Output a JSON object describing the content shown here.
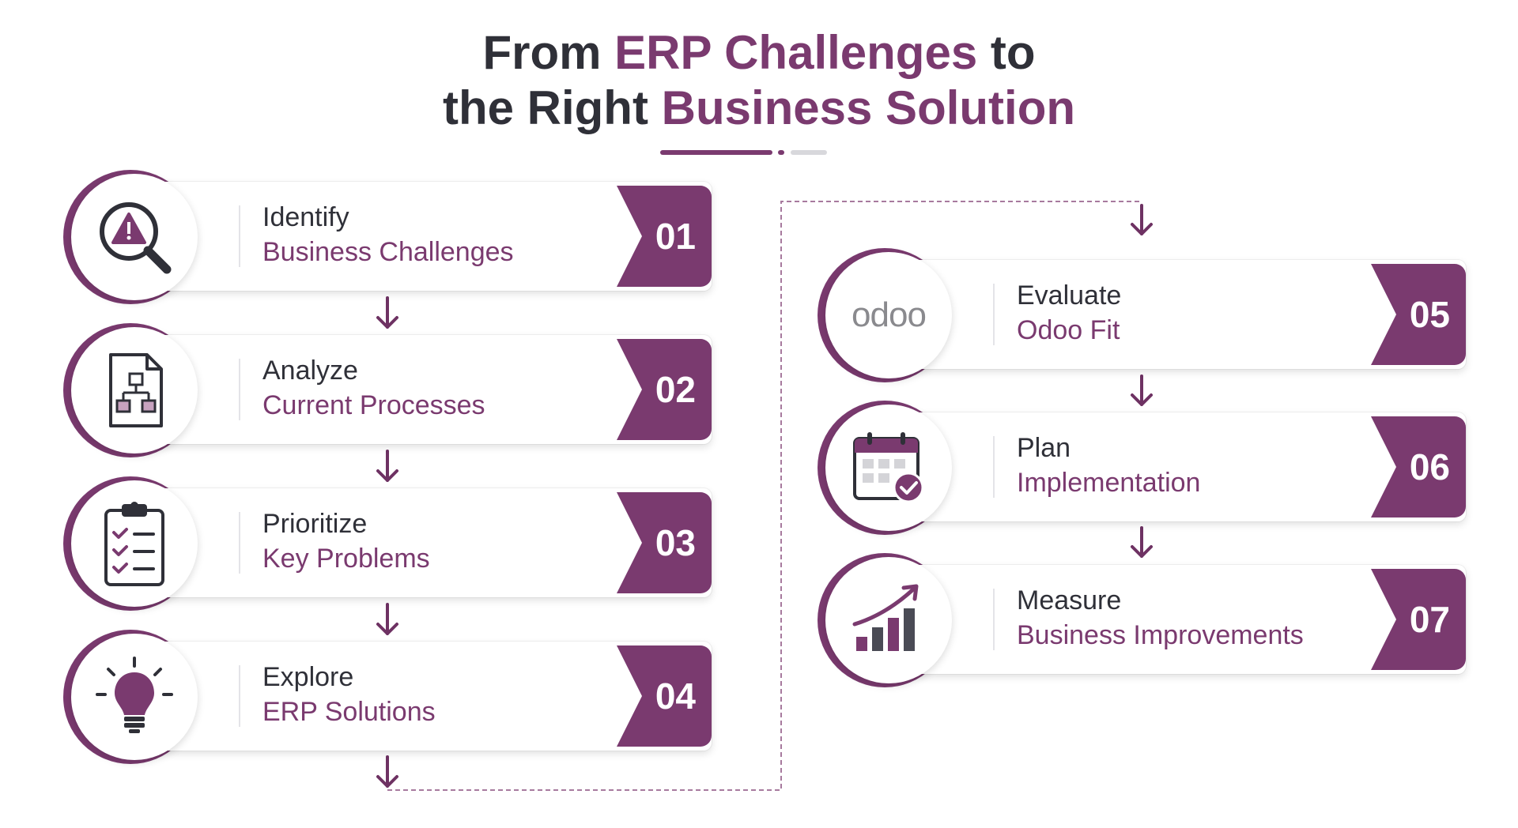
{
  "title": {
    "line1_pre": "From ",
    "line1_accent": "ERP Challenges",
    "line1_post": " to",
    "line2_pre": "the Right ",
    "line2_accent": "Business Solution"
  },
  "colors": {
    "accent": "#7a3a6f",
    "dark": "#2f3038",
    "arrow": "#6e3263"
  },
  "steps": [
    {
      "number": "01",
      "line1": "Identify",
      "line2": "Business Challenges",
      "icon": "magnifier-warning-icon"
    },
    {
      "number": "02",
      "line1": "Analyze",
      "line2": "Current Processes",
      "icon": "process-document-icon"
    },
    {
      "number": "03",
      "line1": "Prioritize",
      "line2": "Key Problems",
      "icon": "clipboard-checklist-icon"
    },
    {
      "number": "04",
      "line1": "Explore",
      "line2": "ERP Solutions",
      "icon": "lightbulb-icon"
    },
    {
      "number": "05",
      "line1": "Evaluate",
      "line2": "Odoo Fit",
      "icon": "odoo-logo",
      "logo_text": "odoo"
    },
    {
      "number": "06",
      "line1": "Plan",
      "line2": "Implementation",
      "icon": "calendar-check-icon"
    },
    {
      "number": "07",
      "line1": "Measure",
      "line2": "Business Improvements",
      "icon": "growth-chart-icon"
    }
  ]
}
